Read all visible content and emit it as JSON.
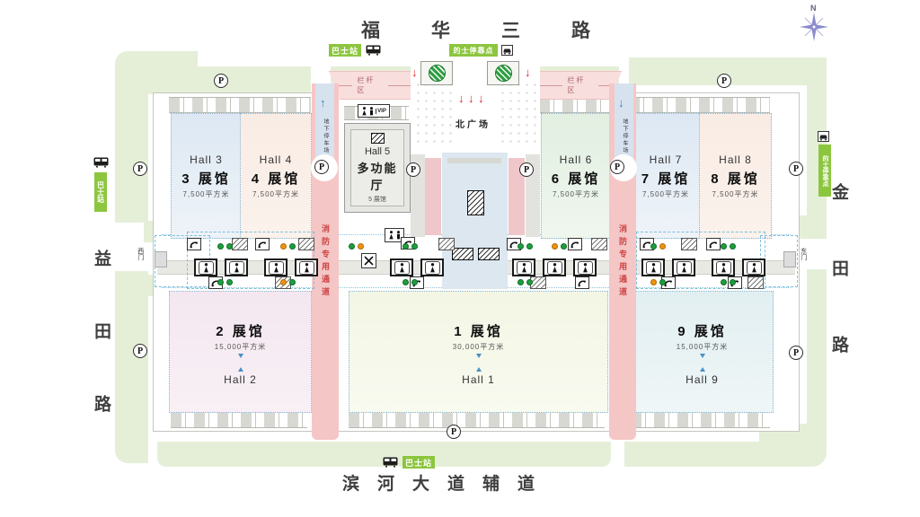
{
  "roads": {
    "north": "福华三路",
    "south": "滨河大道辅道",
    "west": "益田路",
    "east": "金田路"
  },
  "halls": {
    "h1": {
      "en": "Hall 1",
      "cn": "1 展馆",
      "area": "30,000平方米"
    },
    "h2": {
      "en": "Hall 2",
      "cn": "2 展馆",
      "area": "15,000平方米"
    },
    "h3": {
      "en": "Hall 3",
      "cn": "3 展馆",
      "area": "7,500平方米"
    },
    "h4": {
      "en": "Hall 4",
      "cn": "4 展馆",
      "area": "7,500平方米"
    },
    "h5": {
      "en": "Hall 5",
      "cn": "多功能厅",
      "sub": "5 展馆"
    },
    "h6": {
      "en": "Hall 6",
      "cn": "6 展馆",
      "area": "7,500平方米"
    },
    "h7": {
      "en": "Hall 7",
      "cn": "7 展馆",
      "area": "7,500平方米"
    },
    "h8": {
      "en": "Hall 8",
      "cn": "8 展馆",
      "area": "7,500平方米"
    },
    "h9": {
      "en": "Hall 9",
      "cn": "9 展馆",
      "area": "15,000平方米"
    }
  },
  "plaza": {
    "label": "北广场"
  },
  "gates": {
    "west": "西门",
    "east": "东门"
  },
  "zones": {
    "railing": "栏杆区",
    "fire_lane": "消防专用通道",
    "underground": "地下停车场"
  },
  "transit": {
    "bus": "巴士站",
    "taxi": "的士停靠点"
  },
  "icons": {
    "parking": "P",
    "compass": "N",
    "vip": "VIP",
    "arrow_down": "↓",
    "arrow_up": "↑"
  },
  "palette": {
    "sidewalk": "#e5efd8",
    "label_green": "#8cc63f",
    "fire_lane": "#f5c6c6",
    "ramp_blue": "#d6e2ee",
    "arrow_red": "#dd2222",
    "compass": "#8b8bcf"
  }
}
